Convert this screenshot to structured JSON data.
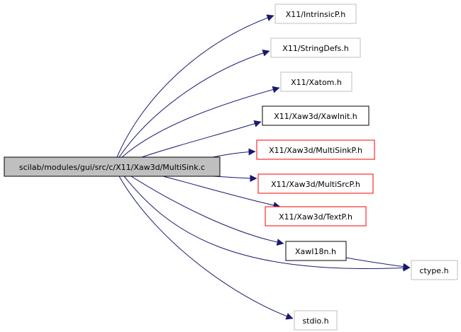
{
  "colors": {
    "background": "#ffffff",
    "edge": "#191970",
    "text": "#000000",
    "root_fill": "#bfbfbf",
    "border_gray": "#bfbfbf",
    "border_black": "#000000",
    "border_red": "#ff0000"
  },
  "graph": {
    "root": {
      "label": "scilab/modules/gui/src/c/X11/Xaw3d/MultiSink.c"
    },
    "nodes": [
      {
        "label": "X11/IntrinsicP.h",
        "border": "gray"
      },
      {
        "label": "X11/StringDefs.h",
        "border": "gray"
      },
      {
        "label": "X11/Xatom.h",
        "border": "gray"
      },
      {
        "label": "X11/Xaw3d/XawInit.h",
        "border": "black"
      },
      {
        "label": "X11/Xaw3d/MultiSinkP.h",
        "border": "red"
      },
      {
        "label": "X11/Xaw3d/MultiSrcP.h",
        "border": "red"
      },
      {
        "label": "X11/Xaw3d/TextP.h",
        "border": "red"
      },
      {
        "label": "XawI18n.h",
        "border": "black"
      },
      {
        "label": "ctype.h",
        "border": "gray"
      },
      {
        "label": "stdio.h",
        "border": "gray"
      }
    ],
    "edges": [
      {
        "from": "scilab/modules/gui/src/c/X11/Xaw3d/MultiSink.c",
        "to": "X11/IntrinsicP.h"
      },
      {
        "from": "scilab/modules/gui/src/c/X11/Xaw3d/MultiSink.c",
        "to": "X11/StringDefs.h"
      },
      {
        "from": "scilab/modules/gui/src/c/X11/Xaw3d/MultiSink.c",
        "to": "X11/Xatom.h"
      },
      {
        "from": "scilab/modules/gui/src/c/X11/Xaw3d/MultiSink.c",
        "to": "X11/Xaw3d/XawInit.h"
      },
      {
        "from": "scilab/modules/gui/src/c/X11/Xaw3d/MultiSink.c",
        "to": "X11/Xaw3d/MultiSinkP.h"
      },
      {
        "from": "scilab/modules/gui/src/c/X11/Xaw3d/MultiSink.c",
        "to": "X11/Xaw3d/MultiSrcP.h"
      },
      {
        "from": "scilab/modules/gui/src/c/X11/Xaw3d/MultiSink.c",
        "to": "X11/Xaw3d/TextP.h"
      },
      {
        "from": "scilab/modules/gui/src/c/X11/Xaw3d/MultiSink.c",
        "to": "XawI18n.h"
      },
      {
        "from": "scilab/modules/gui/src/c/X11/Xaw3d/MultiSink.c",
        "to": "ctype.h"
      },
      {
        "from": "scilab/modules/gui/src/c/X11/Xaw3d/MultiSink.c",
        "to": "stdio.h"
      },
      {
        "from": "XawI18n.h",
        "to": "ctype.h"
      }
    ]
  }
}
